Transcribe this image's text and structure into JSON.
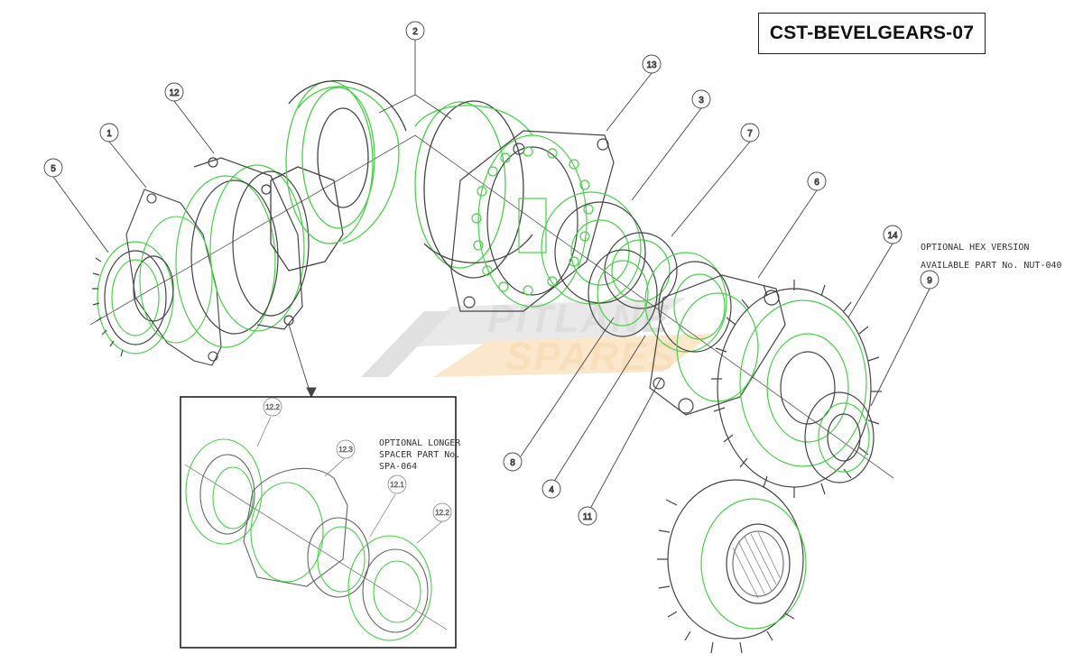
{
  "drawing": {
    "title": "CST-BEVELGEARS-07",
    "notes": {
      "hex_line1": "OPTIONAL HEX VERSION",
      "hex_line2": "AVAILABLE PART No. NUT-040",
      "spacer_line1": "OPTIONAL LONGER",
      "spacer_line2": "SPACER PART No.",
      "spacer_line3": "SPA-064"
    },
    "watermark": {
      "line1": "PITLANE",
      "line2": "SPARES"
    },
    "callouts": {
      "c1": "1",
      "c2": "2",
      "c3": "3",
      "c4": "4",
      "c5": "5",
      "c6": "6",
      "c7": "7",
      "c8": "8",
      "c9": "9",
      "c11": "11",
      "c12": "12",
      "c13": "13",
      "c14": "14"
    },
    "inset_callouts": {
      "i122a": "12.2",
      "i123": "12.3",
      "i121": "12.1",
      "i122b": "12.2"
    },
    "colors": {
      "part_outline": "#48d048",
      "line": "#4a4a4a",
      "watermark_grey": "#d9d9d9",
      "watermark_orange": "#f7c98a"
    }
  }
}
